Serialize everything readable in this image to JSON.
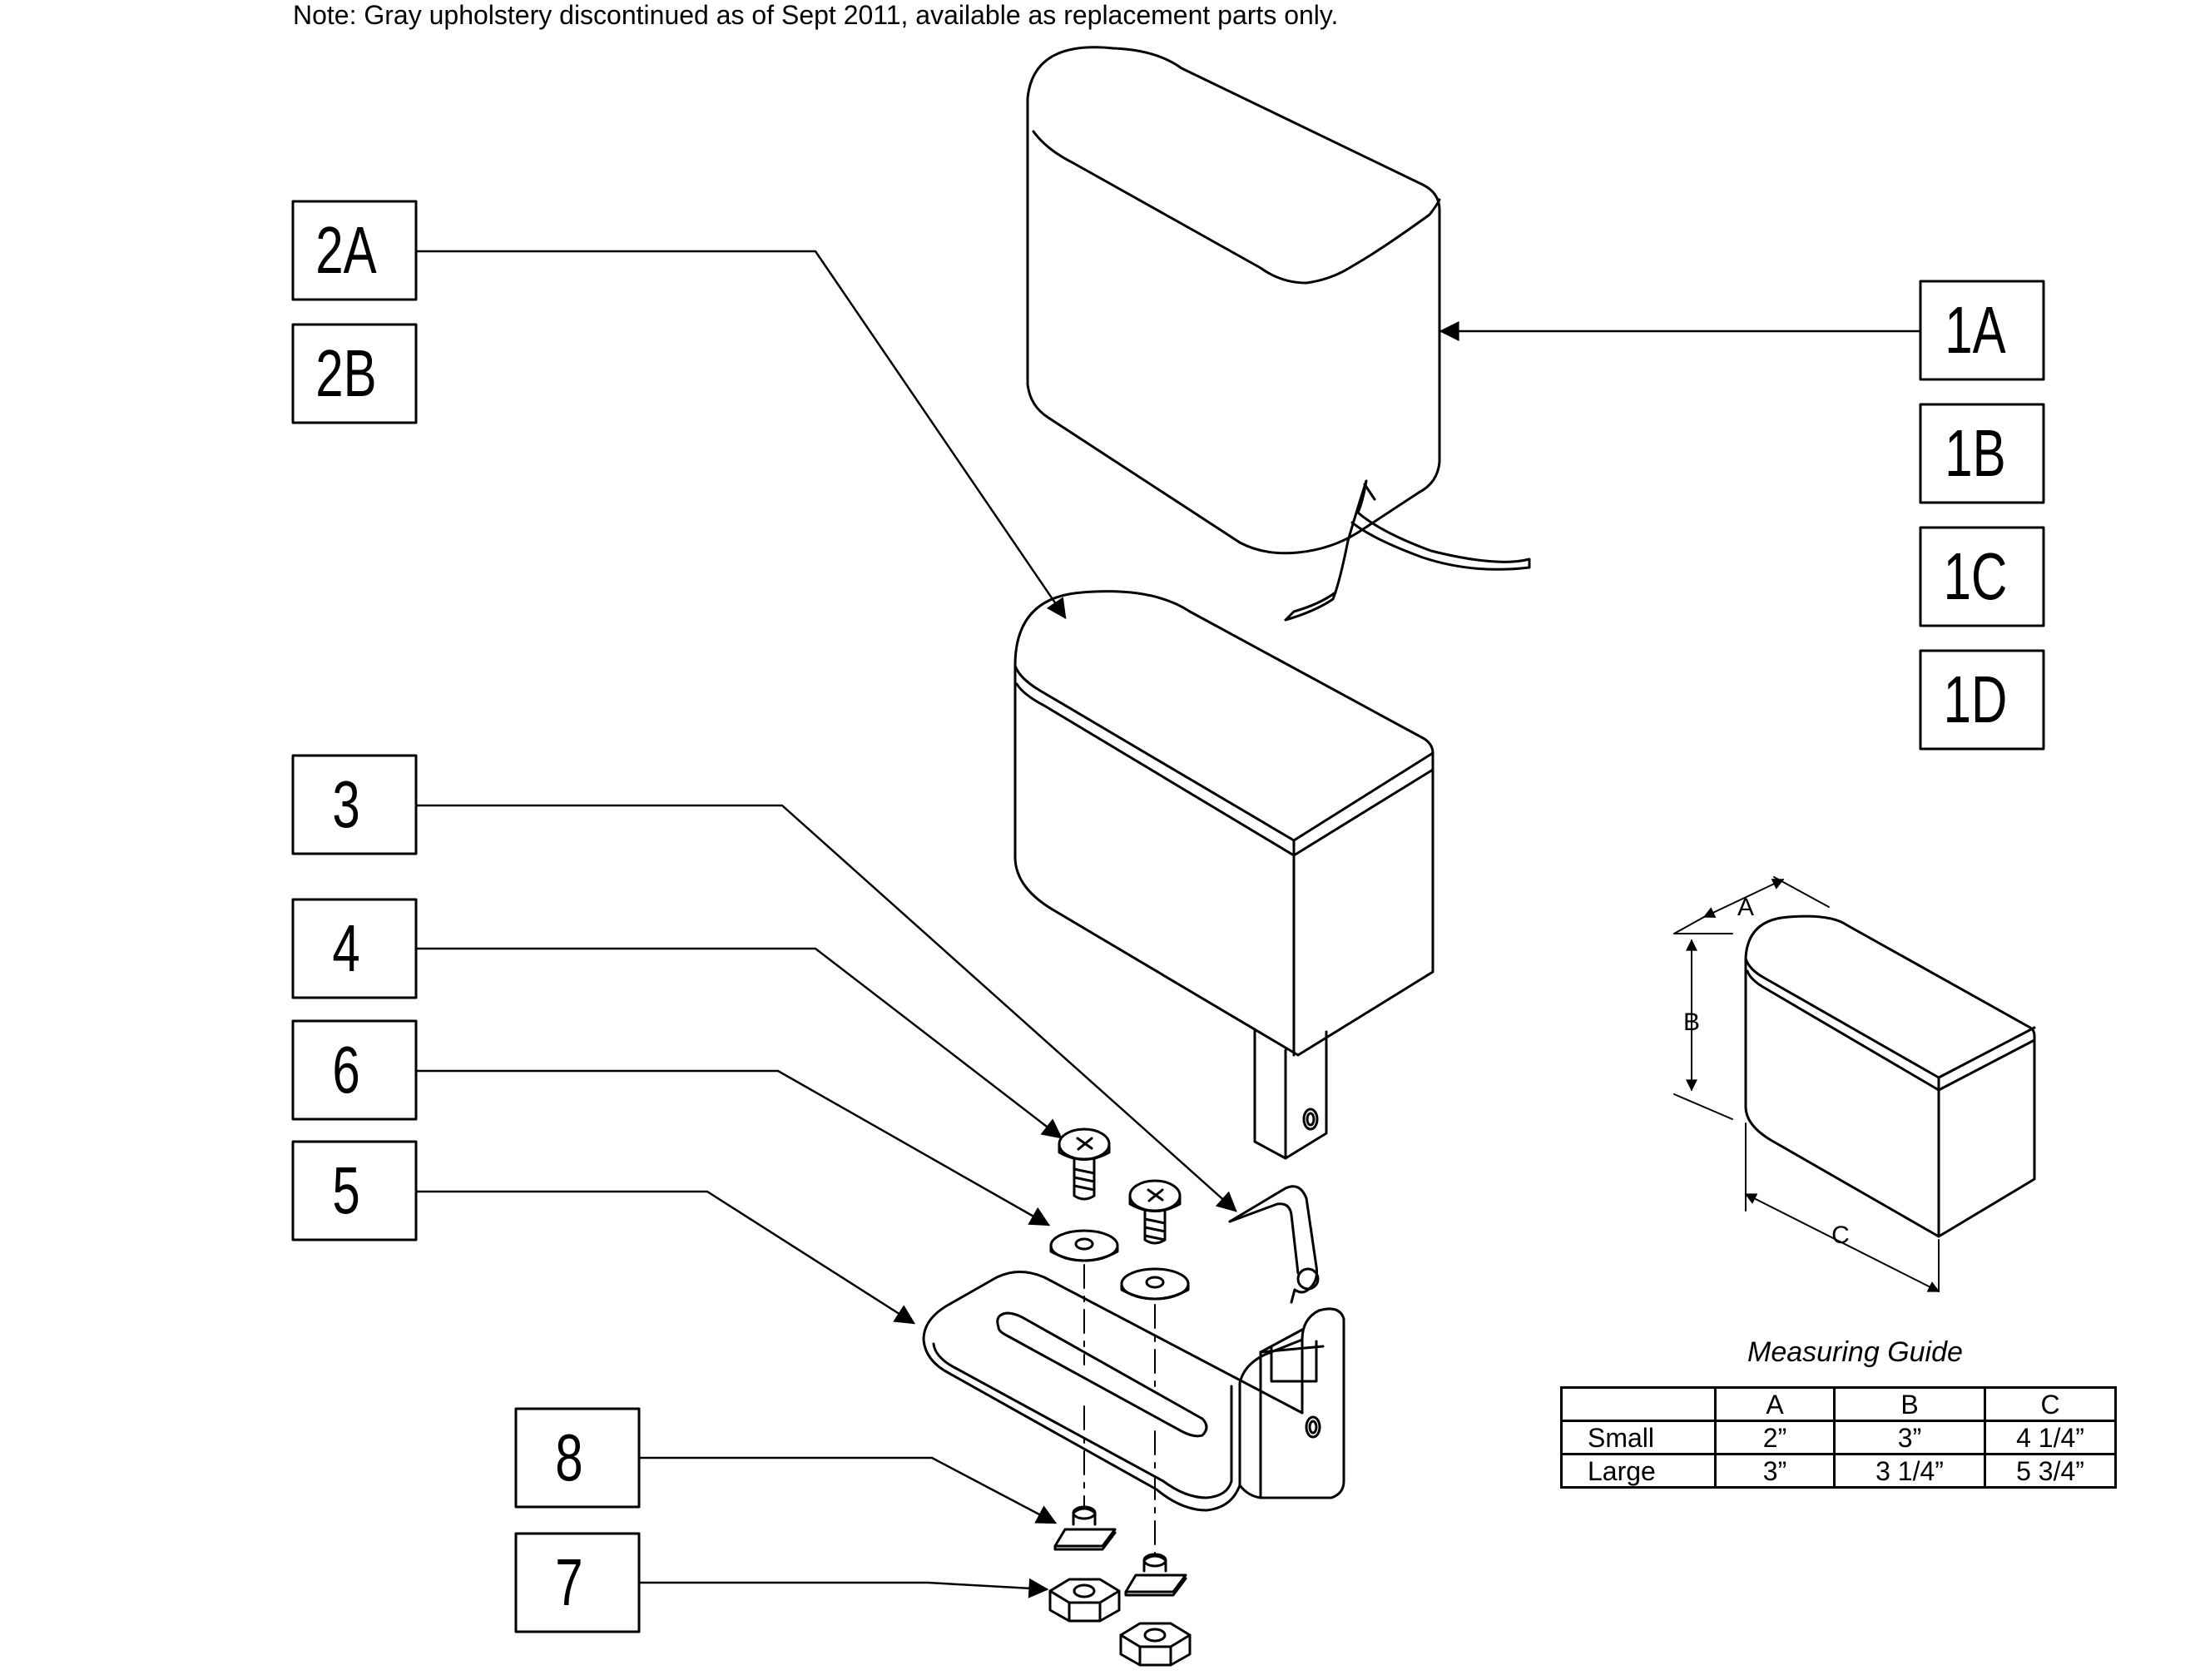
{
  "note": "Note: Gray upholstery discontinued as of Sept 2011, available as replacement parts only.",
  "callouts": {
    "c1A": "1A",
    "c1B": "1B",
    "c1C": "1C",
    "c1D": "1D",
    "c2A": "2A",
    "c2B": "2B",
    "c3": "3",
    "c4": "4",
    "c5": "5",
    "c6": "6",
    "c7": "7",
    "c8": "8"
  },
  "dimension_labels": {
    "a": "A",
    "b": "B",
    "c": "C"
  },
  "measuring_guide": {
    "title": "Measuring Guide",
    "columns": [
      "",
      "A",
      "B",
      "C"
    ],
    "rows": [
      {
        "size": "Small",
        "a": "2”",
        "b": "3”",
        "c": "4 1/4”"
      },
      {
        "size": "Large",
        "a": "3”",
        "b": "3 1/4”",
        "c": "5 3/4”"
      }
    ]
  },
  "colors": {
    "line": "#000000",
    "background": "#ffffff"
  }
}
